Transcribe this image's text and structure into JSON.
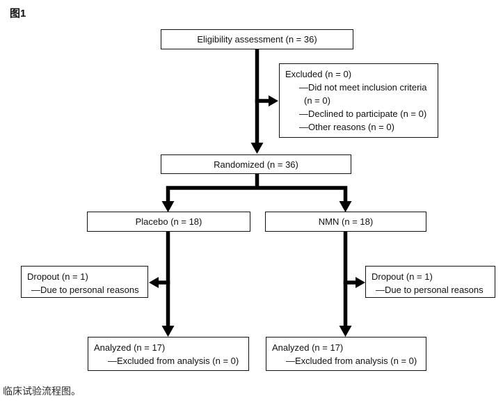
{
  "figure_label": "图1",
  "caption": "临床试验流程图。",
  "colors": {
    "background": "#ffffff",
    "line": "#000000",
    "text": "#111111"
  },
  "flowchart": {
    "eligibility": "Eligibility assessment (n = 36)",
    "excluded": {
      "lines": [
        "Excluded (n = 0)",
        "—Did not meet inclusion criteria",
        "(n = 0)",
        "—Declined to participate (n = 0)",
        "—Other reasons (n = 0)"
      ]
    },
    "randomized": "Randomized (n = 36)",
    "placebo": "Placebo (n = 18)",
    "nmn": "NMN (n = 18)",
    "dropout_left": {
      "lines": [
        "Dropout (n = 1)",
        "—Due to personal reasons"
      ]
    },
    "dropout_right": {
      "lines": [
        "Dropout (n = 1)",
        "—Due to personal reasons"
      ]
    },
    "analyzed_left": {
      "lines": [
        "Analyzed (n = 17)",
        "—Excluded from analysis (n = 0)"
      ]
    },
    "analyzed_right": {
      "lines": [
        "Analyzed (n = 17)",
        "—Excluded from analysis (n = 0)"
      ]
    }
  }
}
